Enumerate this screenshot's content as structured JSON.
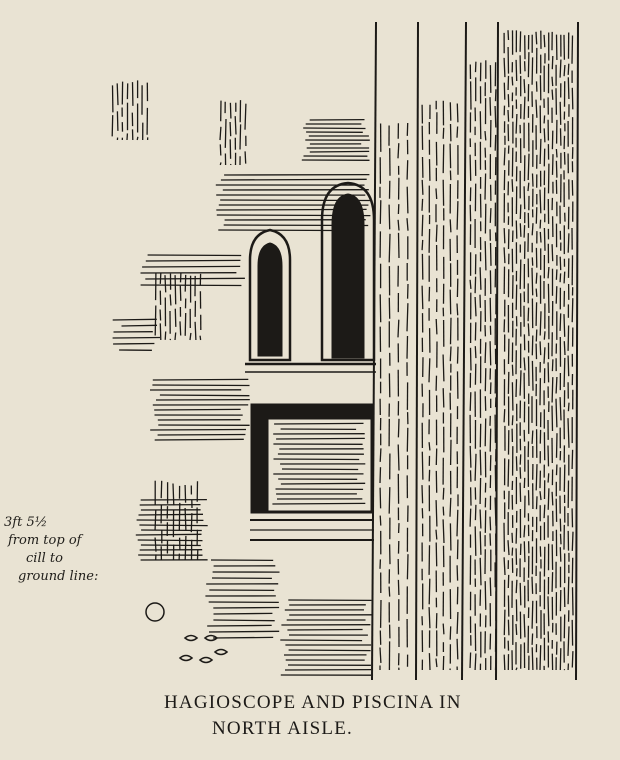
{
  "caption": {
    "line1": "HAGIOSCOPE AND PISCINA IN",
    "line2": "NORTH AISLE."
  },
  "note": {
    "line1": "3ft 5½",
    "line2": "from top of",
    "line3": "cill to",
    "line4": "ground line:"
  },
  "colors": {
    "paper": "#e9e3d3",
    "ink": "#1c1a17"
  }
}
